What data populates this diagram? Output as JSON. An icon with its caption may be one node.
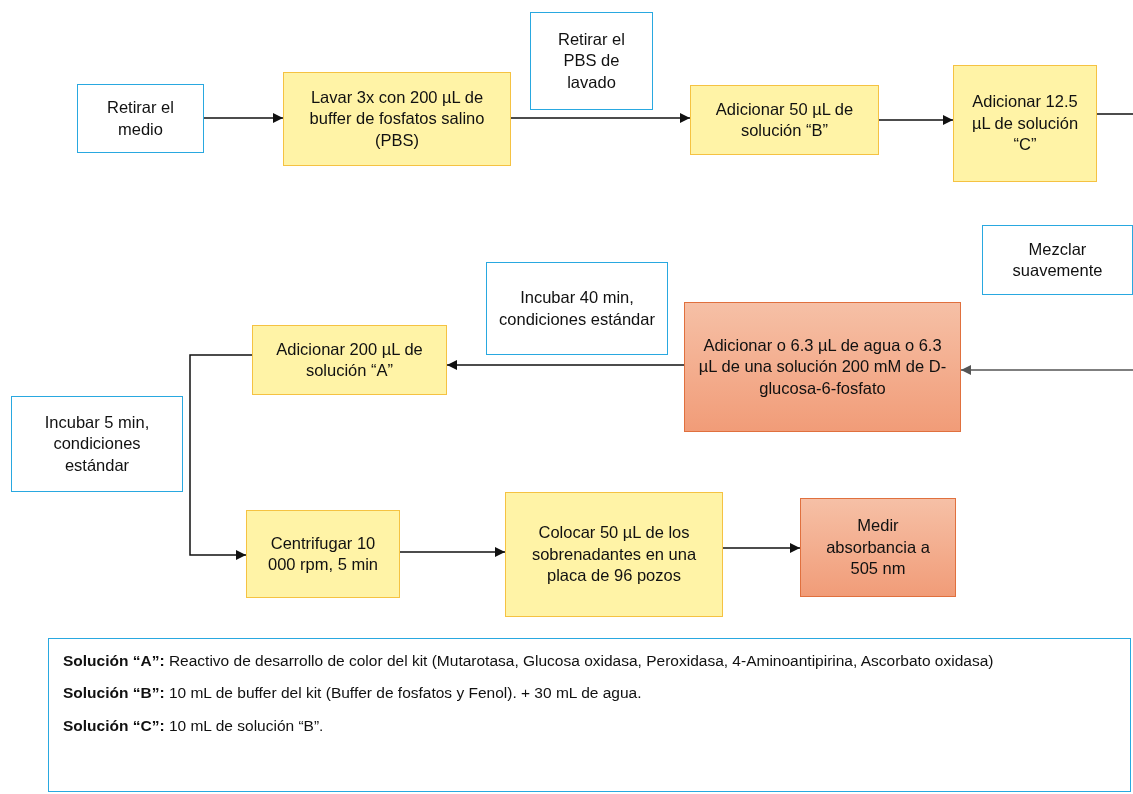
{
  "diagram": {
    "nodes": [
      {
        "text": [
          "Retirar el medio"
        ]
      },
      {
        "text": [
          "Lavar 3x con 200 µL de buffer de fosfatos salino (PBS)"
        ]
      },
      {
        "text": [
          "Retirar el PBS de lavado"
        ]
      },
      {
        "text": [
          "Adicionar 50 µL de solución “B”"
        ]
      },
      {
        "text": [
          "Adicionar 12.5 µL de solución “C”"
        ]
      },
      {
        "text": [
          "Mezclar suavemente"
        ]
      },
      {
        "text": [
          "Incubar 40 min, condiciones estándar"
        ]
      },
      {
        "text": [
          "Adicionar o 6.3 µL de agua o 6.3 µL de una solución 200 mM de D-glucosa-6-fosfato"
        ]
      },
      {
        "text": [
          "Adicionar 200 µL de solución “A”"
        ]
      },
      {
        "text": [
          "Incubar 5 min, condiciones estándar"
        ]
      },
      {
        "text": [
          "Centrifugar 10 000 rpm, 5 min"
        ]
      },
      {
        "text": [
          "Colocar 50 µL de los sobrenadantes en una placa de 96 pozos"
        ]
      },
      {
        "text": [
          "Medir absorbancia a 505 nm"
        ]
      },
      {
        "text": [
          "**Solución “A”:** Reactivo de desarrollo de color del kit (Mutarotasa, Glucosa oxidasa, Peroxidasa, 4-Aminoantipirina, Ascorbato oxidasa)",
          "**Solución “B”:** 10 mL de buffer del kit (Buffer de fosfatos y Fenol). + 30 mL de agua.",
          "**Solución “C”:** 10 mL de solución “B”."
        ]
      }
    ],
    "edges": [
      {
        "from": 0,
        "to": 1,
        "arrow": "to"
      },
      {
        "from": 1,
        "to": 3,
        "arrow": "to"
      },
      {
        "from": 3,
        "to": 4,
        "arrow": "to"
      },
      {
        "from": 4,
        "to": null,
        "arrow": "none"
      },
      {
        "from": null,
        "to": 7,
        "arrow": "to",
        "color": "#555555"
      },
      {
        "from": 7,
        "to": 8,
        "arrow": "to"
      },
      {
        "from": 8,
        "to": 10,
        "arrow": "to"
      },
      {
        "from": 10,
        "to": 11,
        "arrow": "to"
      },
      {
        "from": 11,
        "to": 12,
        "arrow": "to"
      }
    ]
  }
}
